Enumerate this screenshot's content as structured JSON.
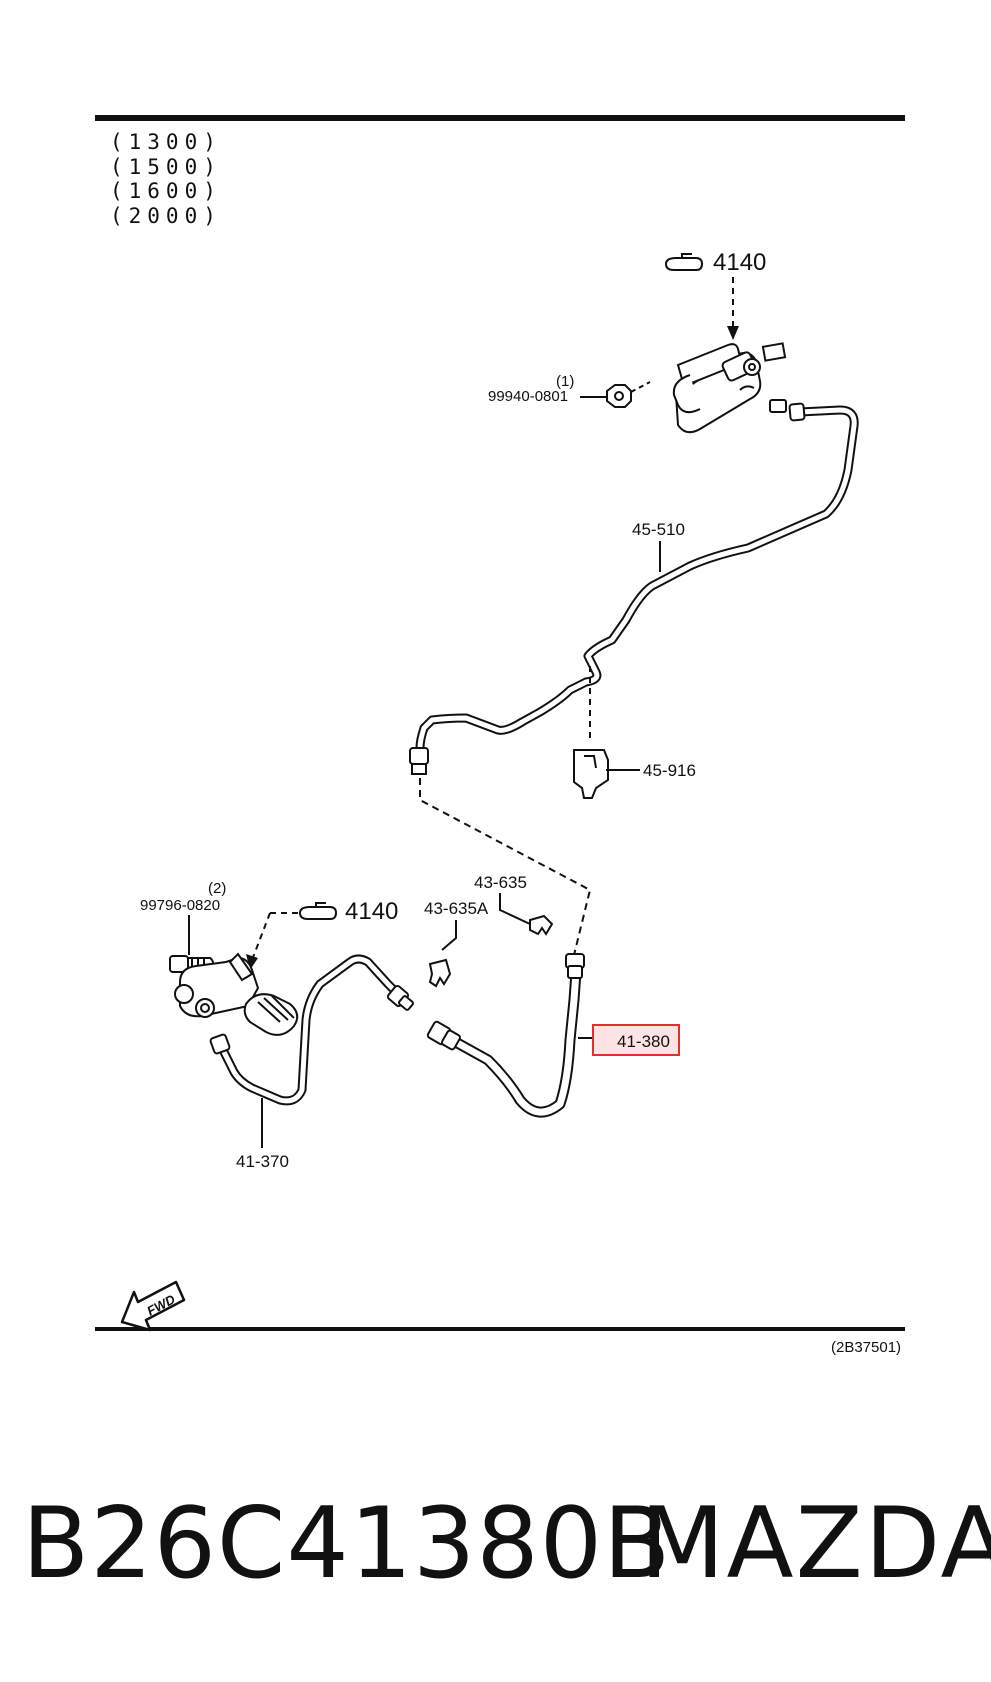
{
  "variants": [
    "(1300)",
    "(1500)",
    "(1600)",
    "(2000)"
  ],
  "callouts": {
    "master_cyl_ref": "4140",
    "release_cyl_ref": "4140",
    "nut_qty": "(1)",
    "nut_part": "99940-0801",
    "pipe_upper": "45-510",
    "clip_upper": "45-916",
    "bolt_qty": "(2)",
    "bolt_part": "99796-0820",
    "clip_a": "43-635",
    "clip_b": "43-635A",
    "hose": "41-380",
    "pipe_lower": "41-370"
  },
  "highlight": {
    "part": "41-380",
    "color": "#e03030"
  },
  "fwd_label": "FWD",
  "diagram_code": "(2B37501)",
  "footer": {
    "part_number": "B26C41380B",
    "brand": "MAZDA"
  }
}
